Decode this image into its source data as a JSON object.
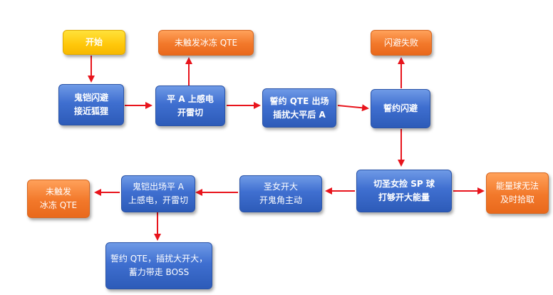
{
  "nodes": {
    "start": {
      "lines": [
        "开始"
      ]
    },
    "approach": {
      "lines": [
        "鬼铠闪避",
        "接近狐狸"
      ]
    },
    "level_a": {
      "lines": [
        "平 A 上感电",
        "开雷切"
      ]
    },
    "fail_qte_top": {
      "lines": [
        "未触发冰冻 QTE"
      ]
    },
    "oath_qte": {
      "lines": [
        "誓约 QTE 出场",
        "插扰大平后 A"
      ]
    },
    "oath_dodge": {
      "lines": [
        "誓约闪避"
      ]
    },
    "dodge_fail": {
      "lines": [
        "闪避失败"
      ]
    },
    "switch_holy": {
      "lines": [
        "切圣女捡 SP 球",
        "打够开大能量"
      ]
    },
    "orb_fail": {
      "lines": [
        "能量球无法",
        "及时拾取"
      ]
    },
    "holy_ult": {
      "lines": [
        "圣女开大",
        "开鬼角主动"
      ]
    },
    "ghost_out": {
      "lines": [
        "鬼铠出场平 A",
        "上感电，开雷切"
      ]
    },
    "fail_qte_left": {
      "lines": [
        "未触发",
        "冰冻 QTE"
      ]
    },
    "oath_final": {
      "lines": [
        "誓约 QTE，插扰大开大，",
        "蓄力带走 BOSS"
      ]
    }
  },
  "colors": {
    "arrow": "#e8141c",
    "blue": "#3f6fd0",
    "orange": "#f2782a",
    "yellow": "#ffc70a"
  }
}
